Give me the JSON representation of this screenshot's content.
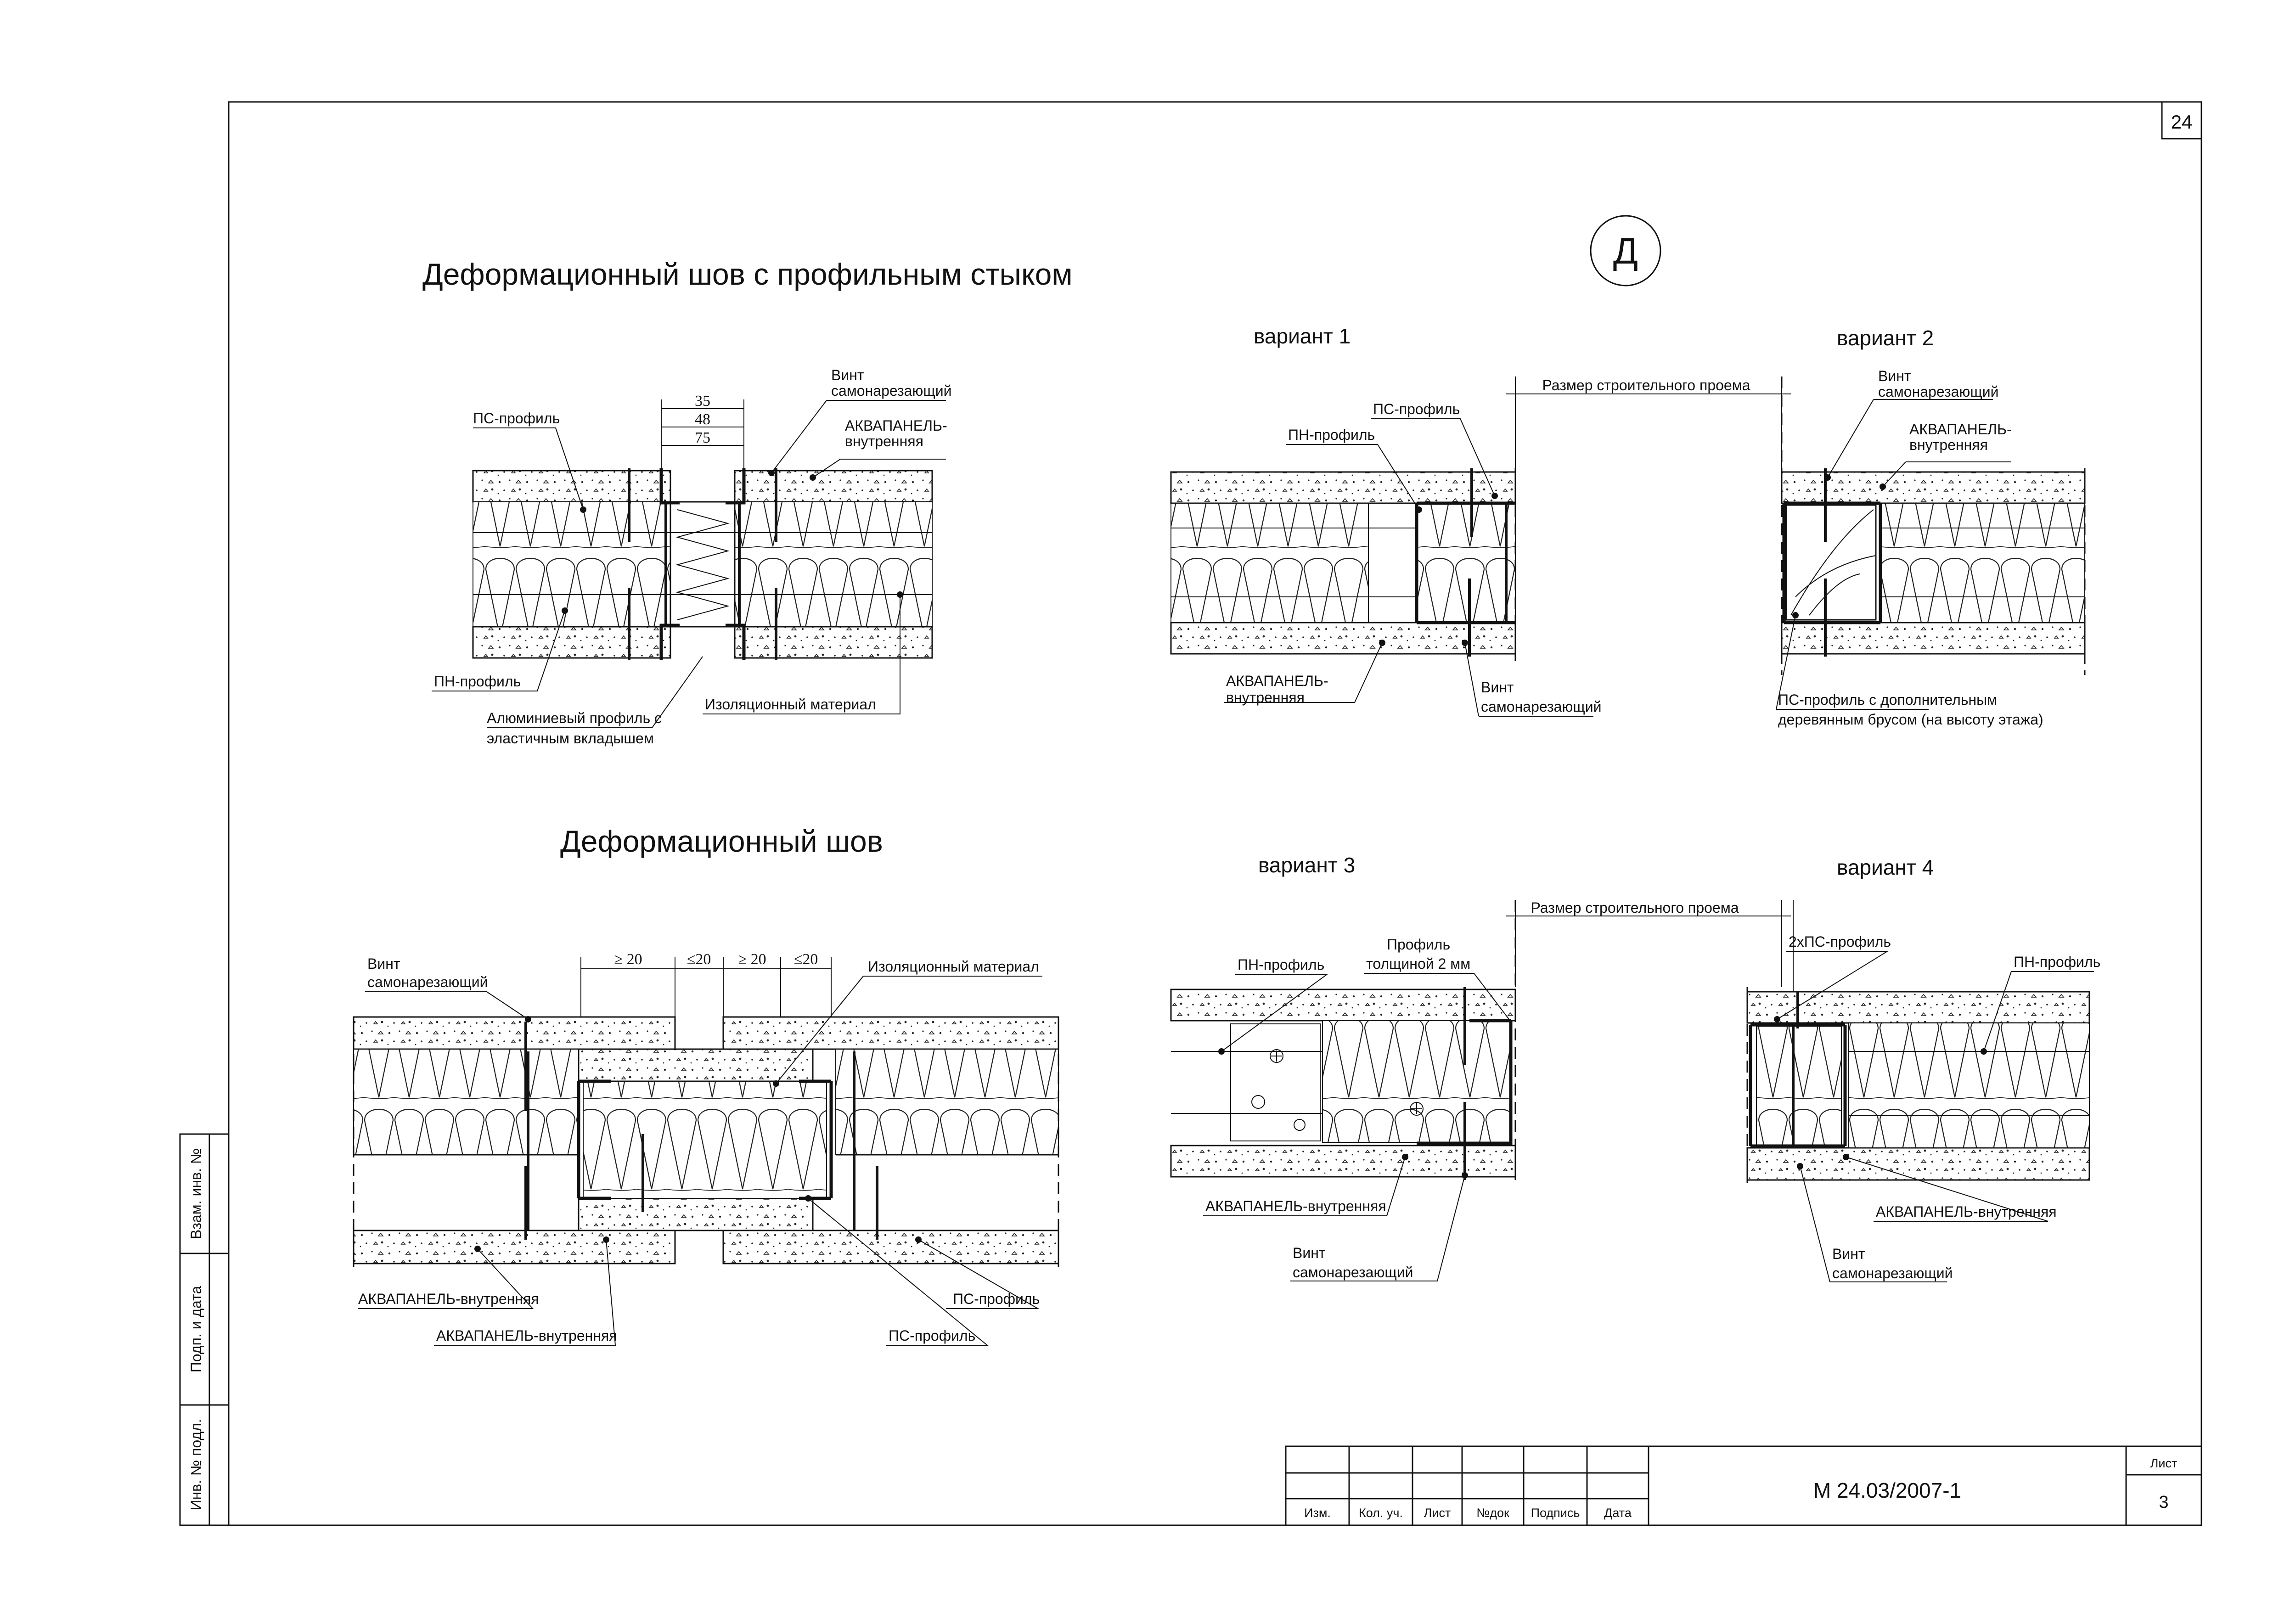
{
  "sheet": {
    "sheet_number_top": "24",
    "detail_mark": "Д",
    "doc_code": "М 24.03/2007-1",
    "sheet_label": "Лист",
    "sheet_value": "3",
    "stamp_headers": [
      "Изм.",
      "Кол. уч.",
      "Лист",
      "№док",
      "Подпись",
      "Дата"
    ],
    "side_stamp": [
      "Взам. инв. №",
      "Подп. и дата",
      "Инв. № подл."
    ]
  },
  "detail_profile_joint": {
    "title": "Деформационный шов с профильным стыком",
    "dims": [
      "35",
      "48",
      "75"
    ],
    "labels": {
      "ps": "ПС-профиль",
      "screw_1": "Винт",
      "screw_2": "самонарезающий",
      "aqua_1": "АКВАПАНЕЛЬ-",
      "aqua_2": "внутренняя",
      "pn": "ПН-профиль",
      "alu_1": "Алюминиевый профиль с",
      "alu_2": "эластичным вкладышем",
      "iso": "Изоляционный материал"
    }
  },
  "detail_expansion": {
    "title": "Деформационный шов",
    "dims": [
      "≥ 20",
      "≤20",
      "≥ 20",
      "≤20"
    ],
    "labels": {
      "screw_1": "Винт",
      "screw_2": "самонарезающий",
      "iso": "Изоляционный материал",
      "aqua_a": "АКВАПАНЕЛЬ-внутренняя",
      "aqua_b": "АКВАПАНЕЛЬ-внутренняя",
      "ps_a": "ПС-профиль",
      "ps_b": "ПС-профиль"
    }
  },
  "variant1": {
    "title": "вариант 1",
    "opening": "Размер строительного проема",
    "labels": {
      "ps": "ПС-профиль",
      "pn": "ПН-профиль",
      "aqua_1": "АКВАПАНЕЛЬ-",
      "aqua_2": "внутренняя",
      "screw_1": "Винт",
      "screw_2": "самонарезающий"
    }
  },
  "variant2": {
    "title": "вариант 2",
    "labels": {
      "screw_1": "Винт",
      "screw_2": "самонарезающий",
      "aqua_1": "АКВАПАНЕЛЬ-",
      "aqua_2": "внутренняя",
      "ps_1": "ПС-профиль с дополнительным",
      "ps_2": "деревянным брусом (на высоту этажа)"
    }
  },
  "variant3": {
    "title": "вариант 3",
    "opening": "Размер строительного проема",
    "labels": {
      "pn": "ПН-профиль",
      "prof_1": "Профиль",
      "prof_2": "толщиной  2 мм",
      "aqua": "АКВАПАНЕЛЬ-внутренняя",
      "screw_1": "Винт",
      "screw_2": "самонарезающий"
    }
  },
  "variant4": {
    "title": "вариант 4",
    "labels": {
      "ps2": "2хПС-профиль",
      "pn": "ПН-профиль",
      "aqua": "АКВАПАНЕЛЬ-внутренняя",
      "screw_1": "Винт",
      "screw_2": "самонарезающий"
    }
  }
}
